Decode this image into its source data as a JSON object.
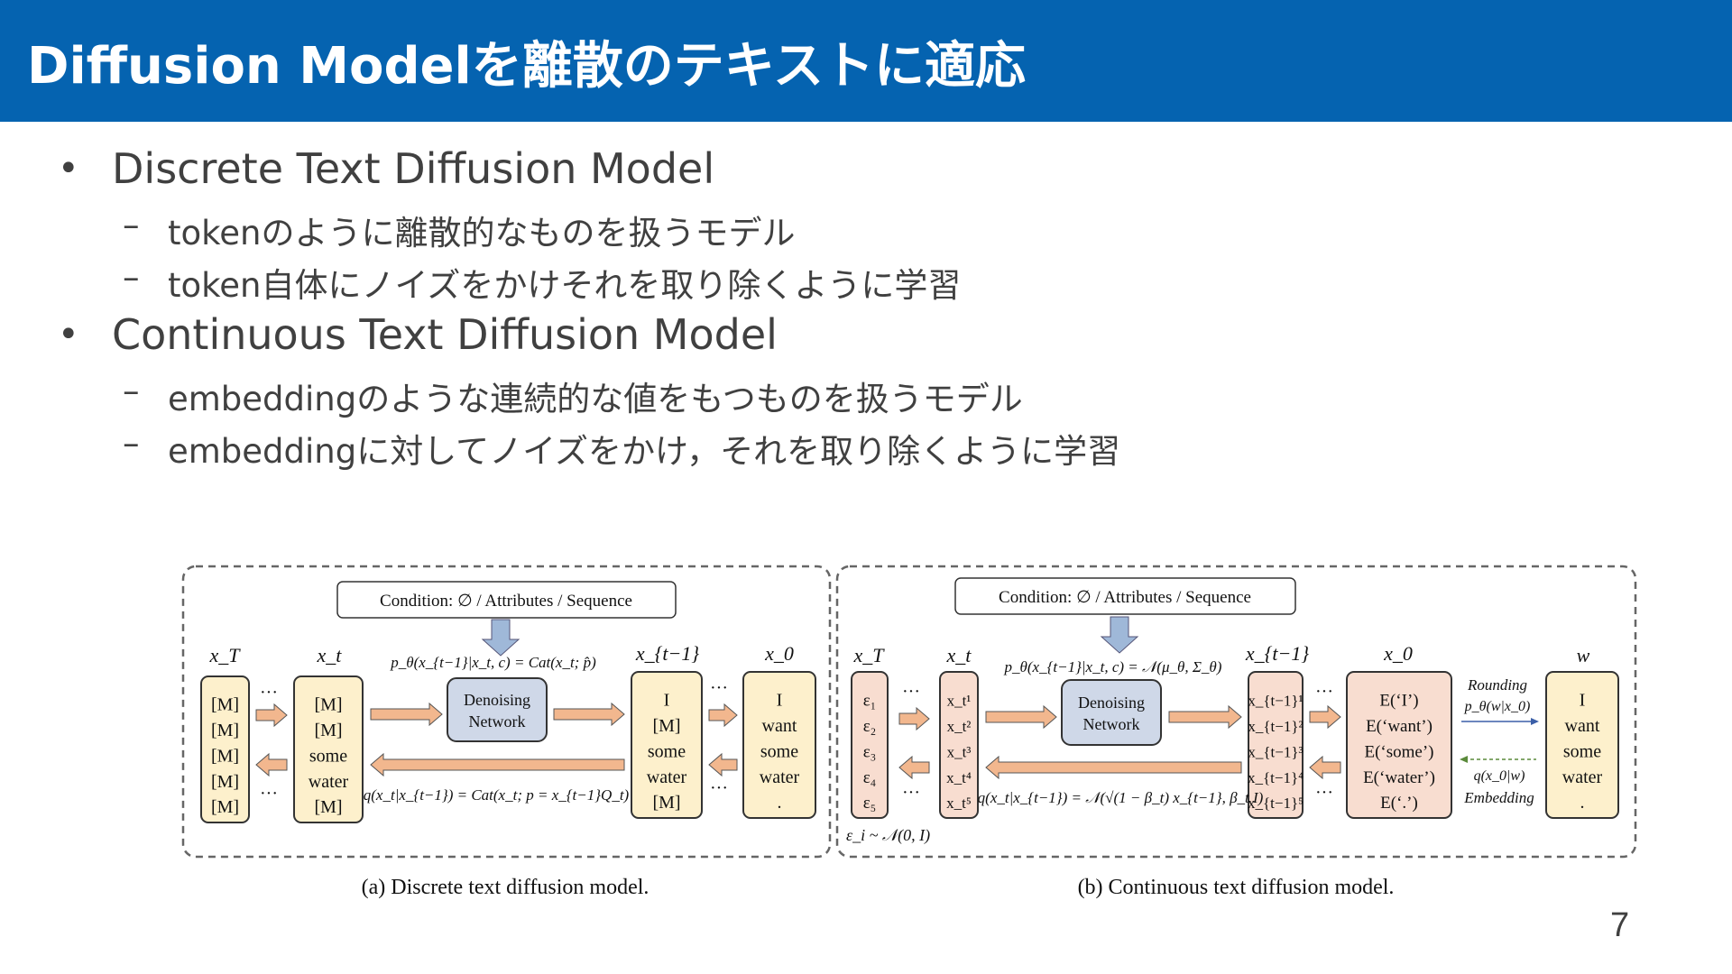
{
  "slide": {
    "title": "Diffusion Modelを離散のテキストに適応",
    "page_number": "7"
  },
  "bullets": [
    {
      "text": "Discrete Text Diffusion Model",
      "subs": [
        "tokenのように離散的なものを扱うモデル",
        "token自体にノイズをかけそれを取り除くように学習"
      ]
    },
    {
      "text": "Continuous Text Diffusion Model",
      "subs": [
        "embeddingのような連続的な値をもつものを扱うモデル",
        "embeddingに対してノイズをかけ，それを取り除くように学習"
      ]
    }
  ],
  "bullet_marker": "•",
  "sub_marker": "–",
  "figure": {
    "colors": {
      "box_fill": "#fdf0cc",
      "emb_fill": "#f8ddd0",
      "net_fill": "#cfd8e8",
      "arrow": "#f2b78e",
      "cond_arrow": "#9fb8d8"
    },
    "a": {
      "caption": "(a)  Discrete text diffusion model.",
      "condition": "Condition: ∅ / Attributes / Sequence",
      "network": [
        "Denoising",
        "Network"
      ],
      "headers": [
        "x_T",
        "x_t",
        "x_{t−1}",
        "x_0"
      ],
      "col_xT": [
        "[M]",
        "[M]",
        "[M]",
        "[M]",
        "[M]"
      ],
      "col_xt": [
        "[M]",
        "[M]",
        "some",
        "water",
        "[M]"
      ],
      "col_xt1": [
        "I",
        "[M]",
        "some",
        "water",
        "[M]"
      ],
      "col_x0": [
        "I",
        "want",
        "some",
        "water",
        "."
      ],
      "p_formula": "p_θ(x_{t−1}|x_t, c) = Cat(x_t; p̂)",
      "q_formula": "q(x_t|x_{t−1}) = Cat(x_t; p = x_{t−1}Q_t)",
      "ellipsis": "···"
    },
    "b": {
      "caption": "(b)  Continuous text diffusion model.",
      "condition": "Condition: ∅ / Attributes / Sequence",
      "network": [
        "Denoising",
        "Network"
      ],
      "headers": [
        "x_T",
        "x_t",
        "x_{t−1}",
        "x_0",
        "w"
      ],
      "col_xT": [
        "ε₁",
        "ε₂",
        "ε₃",
        "ε₄",
        "ε₅"
      ],
      "col_xt": [
        "x_t¹",
        "x_t²",
        "x_t³",
        "x_t⁴",
        "x_t⁵"
      ],
      "col_xt1": [
        "x_{t−1}¹",
        "x_{t−1}²",
        "x_{t−1}³",
        "x_{t−1}⁴",
        "x_{t−1}⁵"
      ],
      "col_x0": [
        "E(‘I’)",
        "E(‘want’)",
        "E(‘some’)",
        "E(‘water’)",
        "E(‘.’)"
      ],
      "col_w": [
        "I",
        "want",
        "some",
        "water",
        "."
      ],
      "p_formula": "p_θ(x_{t−1}|x_t, c) = 𝒩(μ_θ, Σ_θ)",
      "q_formula": "q(x_t|x_{t−1}) = 𝒩(√(1 − β_t) x_{t−1}, β_t I)",
      "noise": "ε_i ~ 𝒩(0, I)",
      "rounding": "Rounding",
      "rounding_formula": "p_θ(w|x_0)",
      "embedding_formula": "q(x_0|w)",
      "embedding": "Embedding",
      "ellipsis": "···"
    }
  }
}
